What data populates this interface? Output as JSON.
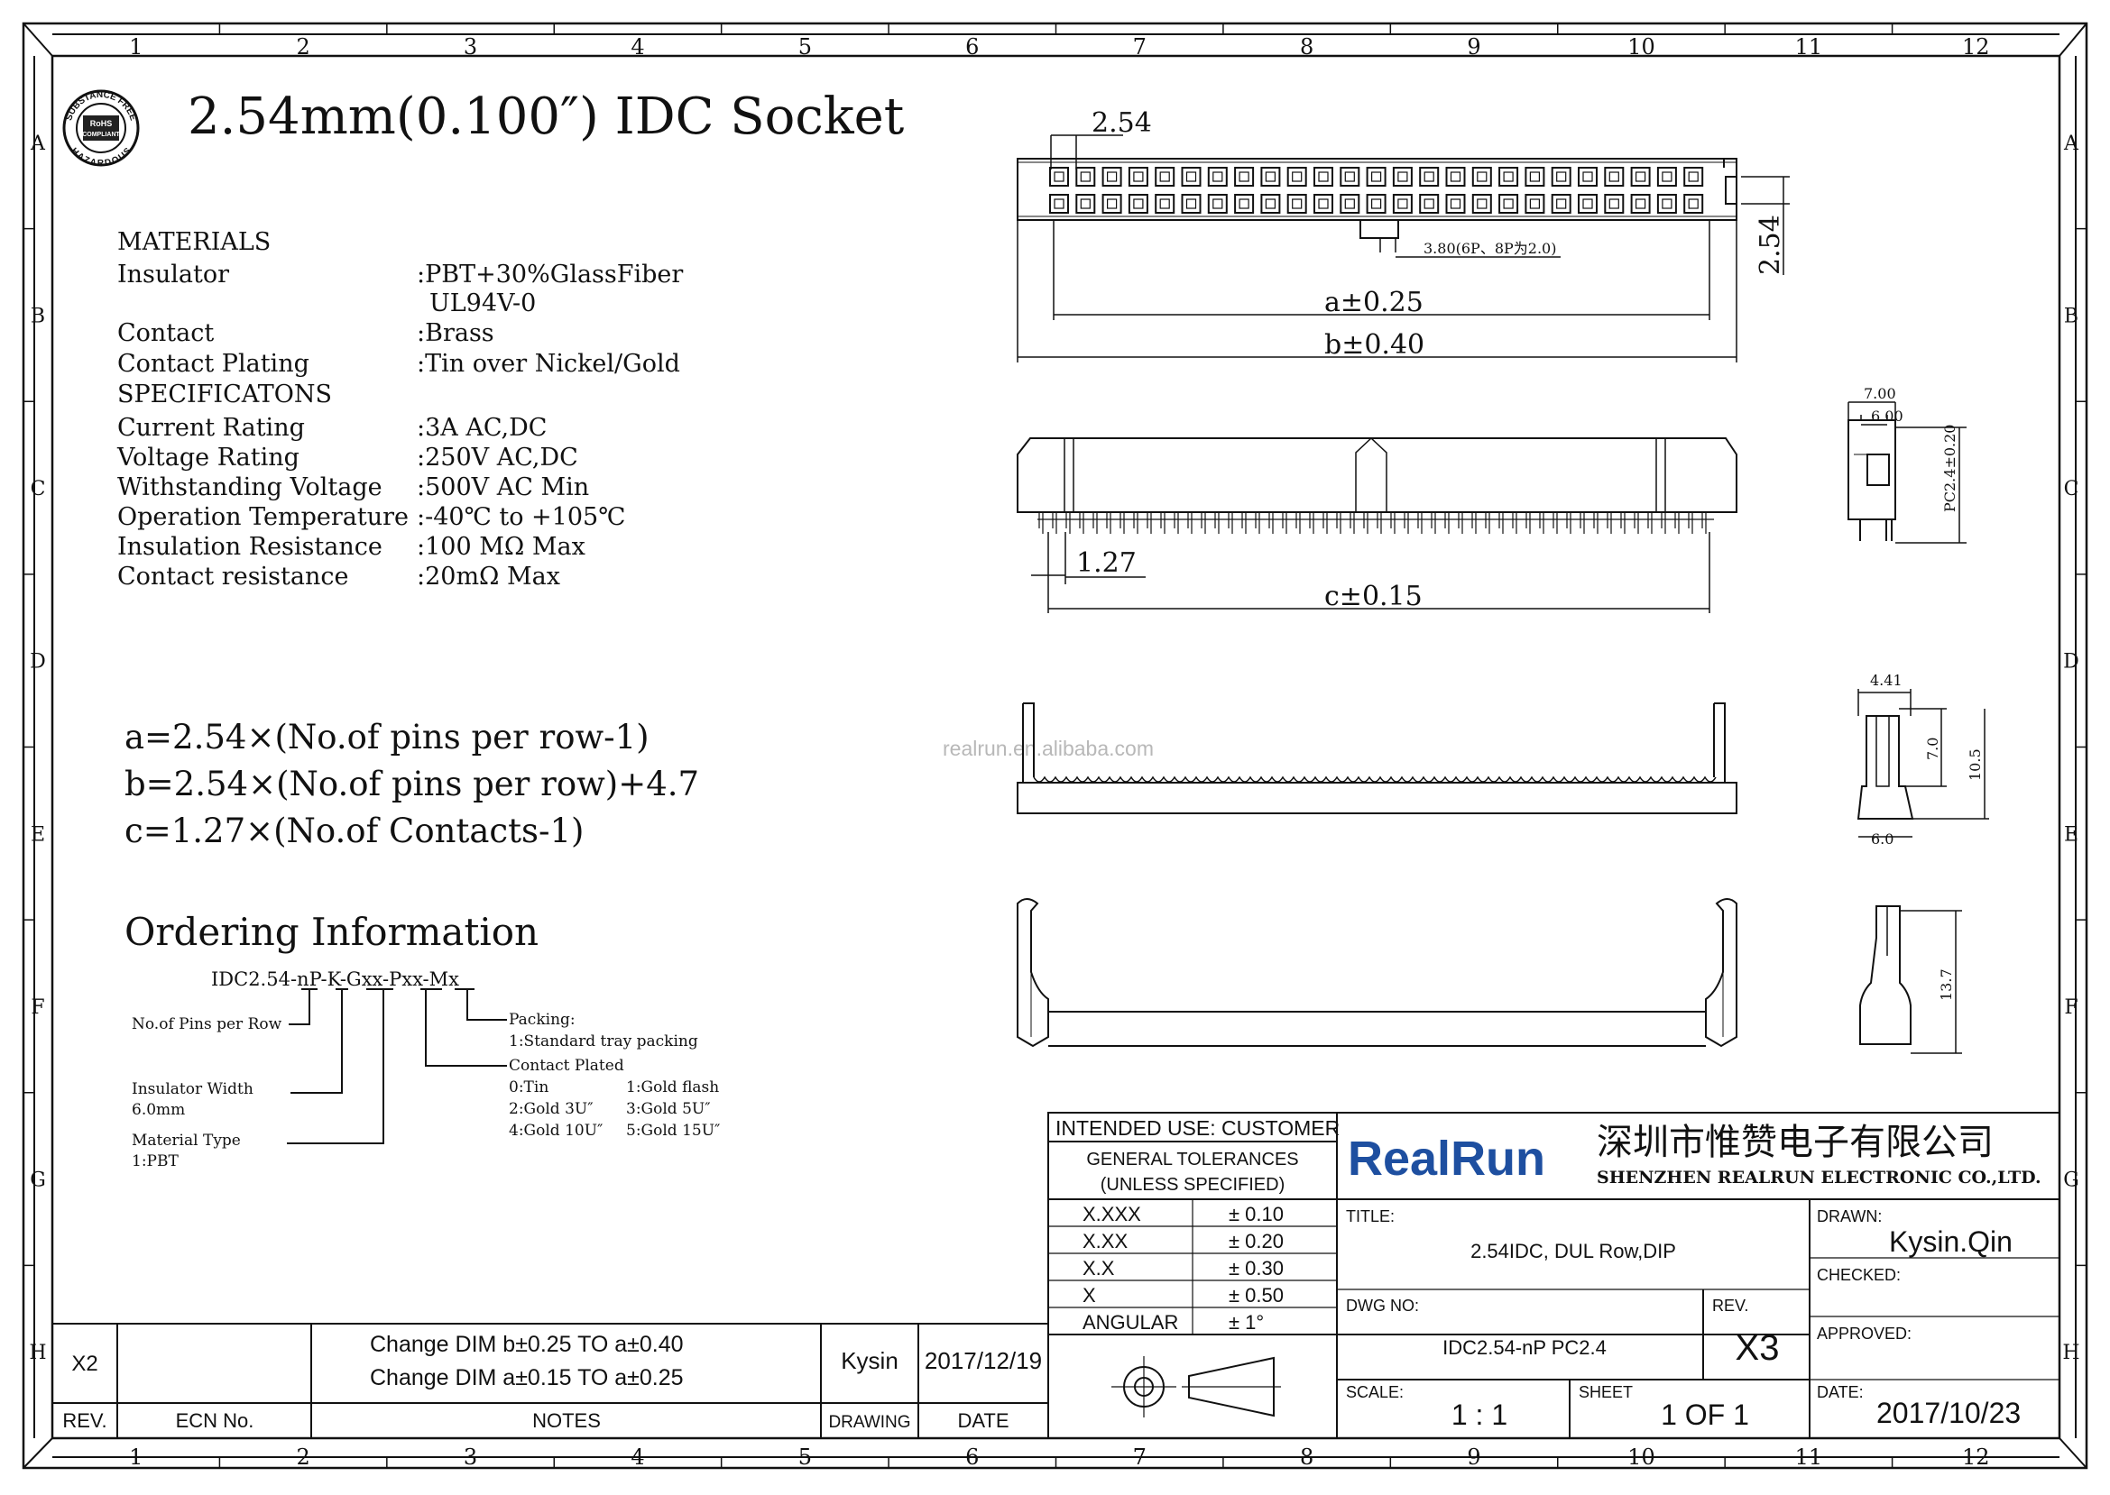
{
  "title": "2.54mm(0.100″) IDC Socket",
  "rohs_badge": {
    "top_text": "SUBSTANCE FREE",
    "center_line1": "RoHS",
    "center_line2": "COMPLIANT",
    "bottom_text": "HAZARDOUS"
  },
  "grid": {
    "columns": [
      "1",
      "2",
      "3",
      "4",
      "5",
      "6",
      "7",
      "8",
      "9",
      "10",
      "11",
      "12"
    ],
    "rows": [
      "A",
      "B",
      "C",
      "D",
      "E",
      "F",
      "G",
      "H"
    ]
  },
  "materials": {
    "heading": "MATERIALS",
    "items": [
      {
        "label": "Insulator",
        "value": ":PBT+30%GlassFiber"
      },
      {
        "label": "",
        "value": "UL94V-0"
      },
      {
        "label": "Contact",
        "value": ":Brass"
      },
      {
        "label": "Contact Plating",
        "value": ":Tin over Nickel/Gold"
      }
    ]
  },
  "specifications": {
    "heading": "SPECIFICATONS",
    "items": [
      {
        "label": "Current Rating",
        "value": ":3A AC,DC"
      },
      {
        "label": "Voltage Rating",
        "value": ":250V AC,DC"
      },
      {
        "label": "Withstanding Voltage",
        "value": ":500V AC Min"
      },
      {
        "label": "Operation Temperature",
        "value": ":-40℃ to +105℃"
      },
      {
        "label": "Insulation Resistance",
        "value": ":100 MΩ  Max"
      },
      {
        "label": "Contact resistance",
        "value": ":20mΩ  Max"
      }
    ]
  },
  "formulas": [
    "a=2.54×(No.of pins per row-1)",
    "b=2.54×(No.of pins per row)+4.7",
    "c=1.27×(No.of Contacts-1)"
  ],
  "ordering": {
    "heading": "Ordering Information",
    "part_code": "IDC2.54-nP-K-Gxx-Pxx-Mx",
    "pins_label": "No.of Pins per Row",
    "insulator_label": "Insulator Width",
    "insulator_value": "6.0mm",
    "material_label": "Material Type",
    "material_value": "1:PBT",
    "packing_label": "Packing:",
    "packing_value": "1:Standard tray packing",
    "plated_label": "Contact Plated",
    "plated_options": [
      "0:Tin",
      "1:Gold flash",
      "2:Gold 3U″",
      "3:Gold 5U″",
      "4:Gold 10U″",
      "5:Gold 15U″"
    ]
  },
  "dimensions": {
    "pitch": "2.54",
    "key_width": "3.80(6P、8P为2.0)",
    "row_pitch": "2.54",
    "a": "a±0.25",
    "b": "b±0.40",
    "offset": "1.27",
    "c": "c±0.15",
    "side_w1": "7.00",
    "side_w2": "6.00",
    "side_h1": "PC2.4±0.20",
    "end_w1": "4.41",
    "end_h1": "7.0",
    "end_h2": "10.5",
    "end_w2": "6.0",
    "end_h3": "13.7"
  },
  "watermark": "realrun.en.alibaba.com",
  "title_block": {
    "intended_use": "INTENDED  USE: CUSTOMER",
    "general_tol_line1": "GENERAL  TOLERANCES",
    "general_tol_line2": "(UNLESS  SPECIFIED)",
    "tolerances": [
      {
        "fmt": "X.XXX",
        "tol": "±  0.10"
      },
      {
        "fmt": "X.XX",
        "tol": "±  0.20"
      },
      {
        "fmt": "X.X",
        "tol": "±  0.30"
      },
      {
        "fmt": "X",
        "tol": "±  0.50"
      },
      {
        "fmt": "ANGULAR",
        "tol": "±  1°"
      }
    ],
    "company_logo": "RealRun",
    "company_cn": "深圳市惟赞电子有限公司",
    "company_en": "SHENZHEN REALRUN ELECTRONIC CO.,LTD.",
    "title_label": "TITLE:",
    "title_value": "2.54IDC,  DUL  Row,DIP",
    "drawn_label": "DRAWN:",
    "drawn_value": "Kysin.Qin",
    "checked_label": "CHECKED:",
    "approved_label": "APPROVED:",
    "dwg_label": "DWG  NO:",
    "dwg_value": "IDC2.54-nP  PC2.4",
    "rev_label": "REV.",
    "rev_value": "X3",
    "scale_label": "SCALE:",
    "scale_value": "1  :  1",
    "sheet_label": "SHEET",
    "sheet_value": "1  OF   1",
    "date_label": "DATE:",
    "date_value": "2017/10/23"
  },
  "revision_block": {
    "rev": "X2",
    "note_line1": "Change  DIM  b±0.25  TO  a±0.40",
    "note_line2": "Change  DIM  a±0.15  TO  a±0.25",
    "drawing": "Kysin",
    "date": "2017/12/19",
    "headers": {
      "rev": "REV.",
      "ecn": "ECN  No.",
      "notes": "NOTES",
      "drawing": "DRAWING",
      "date": "DATE"
    }
  }
}
